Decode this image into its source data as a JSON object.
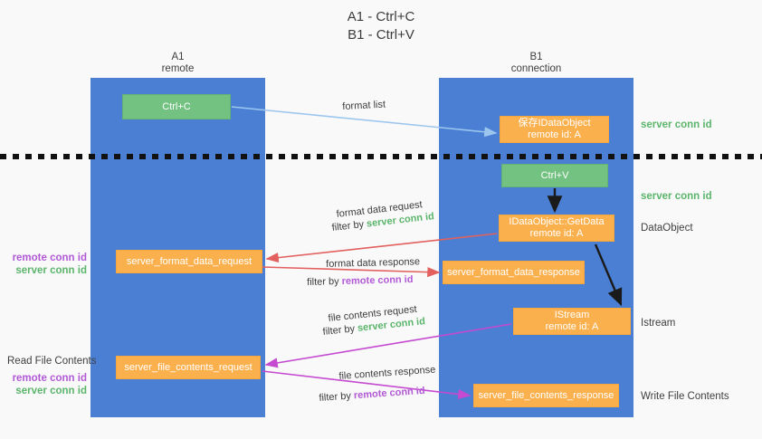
{
  "title": "A1 - Ctrl+C\nB1 - Ctrl+V",
  "lanes": {
    "a1": {
      "header": "A1\nremote"
    },
    "b1": {
      "header": "B1\nconnection"
    }
  },
  "nodes": {
    "ctrl_c": "Ctrl+C",
    "save_idataobject": "保存IDataObject\nremote id: A",
    "ctrl_v": "Ctrl+V",
    "getdata": "IDataObject::GetData\nremote id: A",
    "server_format_data_request": "server_format_data_request",
    "server_format_data_response": "server_format_data_response",
    "istream": "IStream\nremote id: A",
    "server_file_contents_request": "server_file_contents_request",
    "server_file_contents_response": "server_file_contents_response"
  },
  "side_labels": {
    "server_conn_id_1": "server conn id",
    "server_conn_id_2": "server conn id",
    "dataobject": "DataObject",
    "istream": "Istream",
    "write_file_contents": "Write File Contents",
    "read_file_contents": "Read File Contents",
    "remote_conn_id": "remote conn id",
    "server_conn_id": "server conn id"
  },
  "arrow_labels": {
    "format_list": "format list",
    "format_data_request": "format data request",
    "filter_by_prefix": "filter by ",
    "format_data_response": "format data response",
    "file_contents_request": "file contents request",
    "file_contents_response": "file contents response",
    "server_conn_id": "server conn id",
    "remote_conn_id": "remote conn id"
  },
  "colors": {
    "lane": "#4a7fd4",
    "green_node": "#73c282",
    "orange_node": "#fbb04e",
    "server_conn_id": "#5bb56b",
    "remote_conn_id": "#b259d6",
    "format_arrow": "#e2605e",
    "file_arrow": "#c44ad0",
    "copy_arrow": "#9dc6ef",
    "flow_arrow": "#1a1a1a",
    "divider": "#111111",
    "background": "#f9f9f9"
  }
}
